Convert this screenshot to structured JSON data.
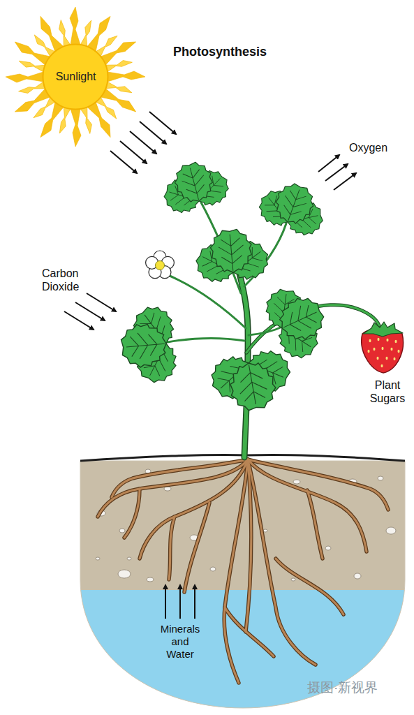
{
  "diagram": {
    "title": "Photosynthesis",
    "nodes": [
      {
        "text": [
          "Sunlight"
        ]
      }
    ],
    "labels": [
      "Oxygen",
      "Carbon Dioxide",
      "Plant Sugars",
      "Minerals and Water",
      "摄图·新视界"
    ]
  }
}
